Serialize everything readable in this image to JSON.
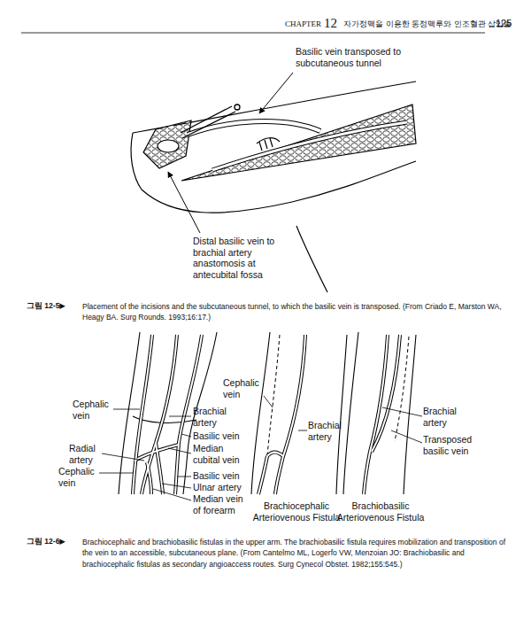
{
  "diagram": {
    "labels": [
      "CHAPTER",
      "12",
      "자가정맥을 이용한 동정맥루와 인조혈관 삽입술",
      "125",
      "Basilic vein transposed to subcutaneous tunnel",
      "Distal basilic vein to brachial artery anastomosis at antecubital fossa",
      "그림 12-5▶",
      "Placement of the incisions and the subcutaneous tunnel, to which the basilic vein is transposed. (From Criado E, Marston WA, Heagy BA. Surg Rounds. 1993;16:17.)",
      "Cephalic vein",
      "Brachial artery",
      "Basilic vein",
      "Radial artery",
      "Median cubital vein",
      "Cephalic vein",
      "Basilic vein",
      "Ulnar artery",
      "Median vein of forearm",
      "Cephalic vein",
      "Brachial artery",
      "Brachiocephalic Arteriovenous Fistula",
      "Brachial artery",
      "Transposed basilic vein",
      "Brachiobasilic Arteriovenous Fistula",
      "그림 12-6▶",
      "Brachiocephalic and brachiobasilic fistulas in the upper arm. The brachiobasilic fistula requires mobilization and transposition of the vein to an accessible, subcutaneous plane. (From Cantelmo ML, Logerfo VW, Menzoian JO: Brachiobasilic and brachiocephalic fistulas as secondary angioaccess routes. Surg Cynecol Obstet. 1982;155:545.)"
    ]
  }
}
